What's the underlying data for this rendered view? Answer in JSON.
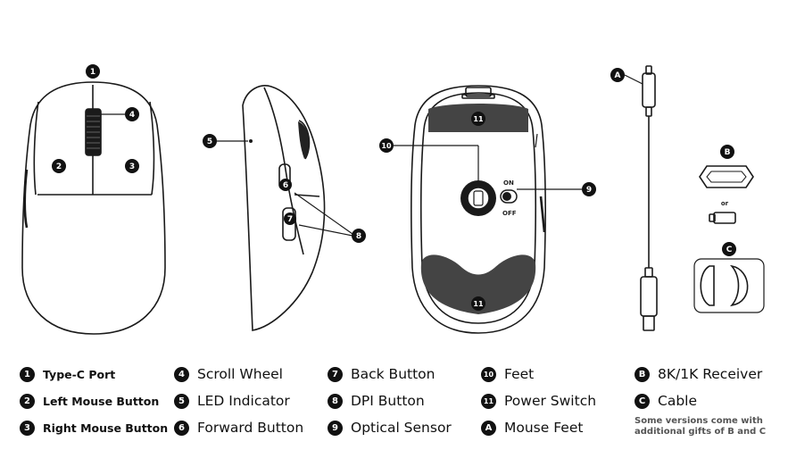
{
  "callouts": {
    "c1": "1",
    "c2": "2",
    "c3": "3",
    "c4": "4",
    "c5": "5",
    "c6": "6",
    "c7": "7",
    "c8": "8",
    "c9": "9",
    "c10": "10",
    "c11": "11",
    "cA": "A",
    "cB": "B",
    "cC": "C"
  },
  "switch": {
    "on": "ON",
    "off": "OFF"
  },
  "or_label": "or",
  "legend": [
    [
      {
        "num": "1",
        "label": "Type-C Port"
      },
      {
        "num": "2",
        "label": "Left Mouse Button"
      },
      {
        "num": "3",
        "label": "Right Mouse Button"
      }
    ],
    [
      {
        "num": "4",
        "label": "Scroll Wheel"
      },
      {
        "num": "5",
        "label": "LED Indicator"
      },
      {
        "num": "6",
        "label": "Forward Button"
      }
    ],
    [
      {
        "num": "7",
        "label": "Back Button"
      },
      {
        "num": "8",
        "label": "DPI Button"
      },
      {
        "num": "9",
        "label": "Optical Sensor"
      }
    ],
    [
      {
        "num": "10",
        "label": "Feet"
      },
      {
        "num": "11",
        "label": "Power Switch"
      },
      {
        "num": "A",
        "label": "Mouse Feet"
      }
    ],
    [
      {
        "num": "B",
        "label": "8K/1K Receiver"
      },
      {
        "num": "C",
        "label": "Cable"
      }
    ]
  ],
  "note": "Some versions come with additional gifts of B and C"
}
